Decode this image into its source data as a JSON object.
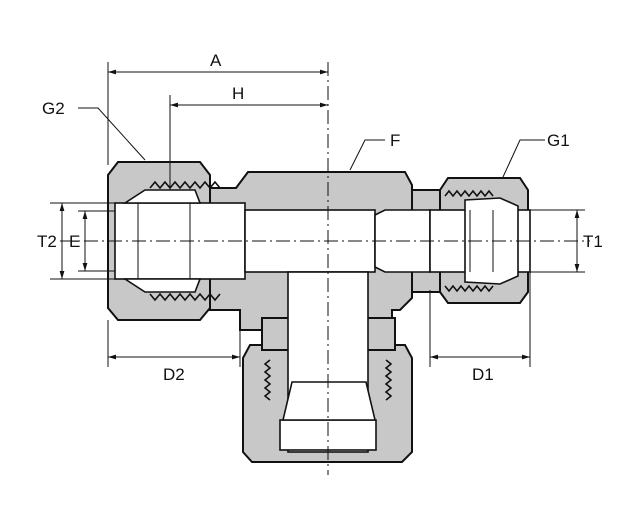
{
  "diagram": {
    "title": "Union tee compression fitting dimension drawing",
    "labels": {
      "A": "A",
      "H": "H",
      "F": "F",
      "G1": "G1",
      "G2": "G2",
      "T1": "T1",
      "T2": "T2",
      "E": "E",
      "D1": "D1",
      "D2": "D2"
    },
    "colors": {
      "body": "#c8c8c8",
      "line": "#111111"
    }
  }
}
